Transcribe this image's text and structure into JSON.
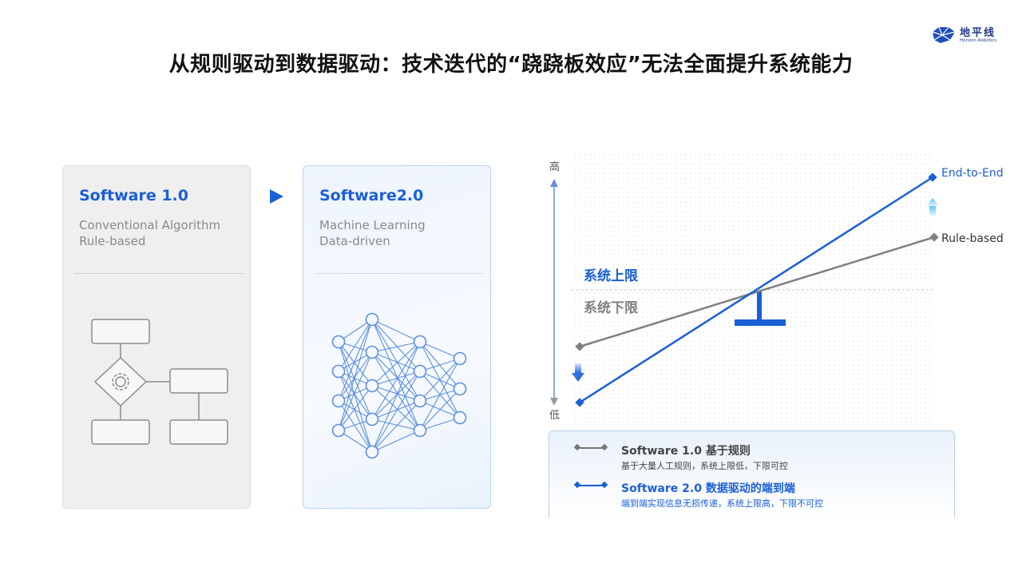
{
  "header": {
    "title": "从规则驱动到数据驱动：技术迭代的“跷跷板效应”无法全面提升系统能力",
    "logo_text": "地平线",
    "logo_sub": "Horizon Robotics"
  },
  "cards": [
    {
      "title": "Software 1.0",
      "lines": [
        "Conventional Algorithm",
        "Rule-based"
      ]
    },
    {
      "title": "Software2.0",
      "lines": [
        "Machine Learning",
        "Data-driven"
      ]
    }
  ],
  "chart": {
    "y_high": "高",
    "y_low": "低",
    "upper_limit_label": "系统上限",
    "lower_limit_label": "系统下限",
    "series": [
      {
        "name": "End-to-End",
        "color": "#1a5fd6"
      },
      {
        "name": "Rule-based",
        "color": "#808080"
      }
    ]
  },
  "legend": {
    "items": [
      {
        "title": "Software 1.0 基于规则",
        "desc": "基于大量人工规则，系统上限低，下限可控",
        "color": "#777777"
      },
      {
        "title": "Software 2.0 数据驱动的端到端",
        "desc": "端到端实现信息无损传递，系统上限高，下限不可控",
        "color": "#1a5fd6"
      }
    ]
  },
  "colors": {
    "accent": "#1a5fd6",
    "gray": "#808080"
  }
}
